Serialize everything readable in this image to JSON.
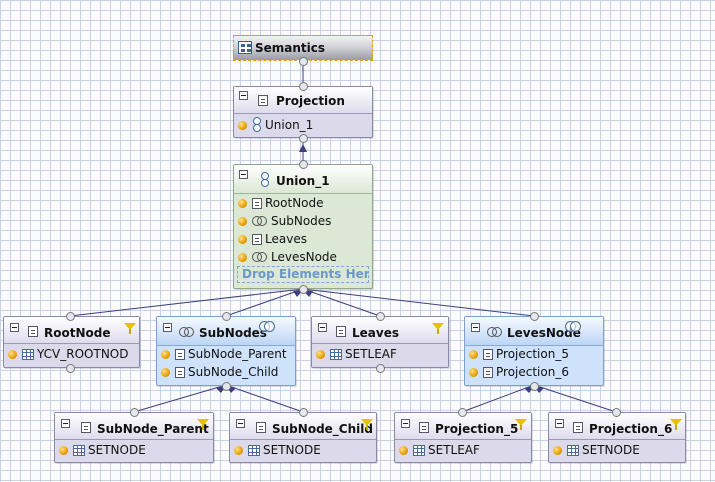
{
  "semantics": {
    "title": "Semantics"
  },
  "projection": {
    "title": "Projection",
    "rows": [
      "Union_1"
    ]
  },
  "union": {
    "title": "Union_1",
    "rows": [
      "RootNode",
      "SubNodes",
      "Leaves",
      "LevesNode"
    ],
    "drop_hint": "Drop Elements Here"
  },
  "rootnode": {
    "title": "RootNode",
    "rows": [
      "YCV_ROOTNOD"
    ]
  },
  "subnodes": {
    "title": "SubNodes",
    "rows": [
      "SubNode_Parent",
      "SubNode_Child"
    ]
  },
  "leaves": {
    "title": "Leaves",
    "rows": [
      "SETLEAF"
    ]
  },
  "levesnode": {
    "title": "LevesNode",
    "rows": [
      "Projection_5",
      "Projection_6"
    ]
  },
  "subnode_parent": {
    "title": "SubNode_Parent",
    "rows": [
      "SETNODE"
    ]
  },
  "subnode_child": {
    "title": "SubNode_Child",
    "rows": [
      "SETNODE"
    ]
  },
  "projection_5": {
    "title": "Projection_5",
    "rows": [
      "SETLEAF"
    ]
  },
  "projection_6": {
    "title": "Projection_6",
    "rows": [
      "SETNODE"
    ]
  },
  "colors": {
    "grid": "#c9d2e6",
    "node_gray": "#dcdaea",
    "node_blue": "#cfe2fb",
    "node_green": "#dce8d6",
    "wire": "#3e3e7a",
    "drop_hint": "#6f97c8",
    "selection": "#e6a100"
  }
}
